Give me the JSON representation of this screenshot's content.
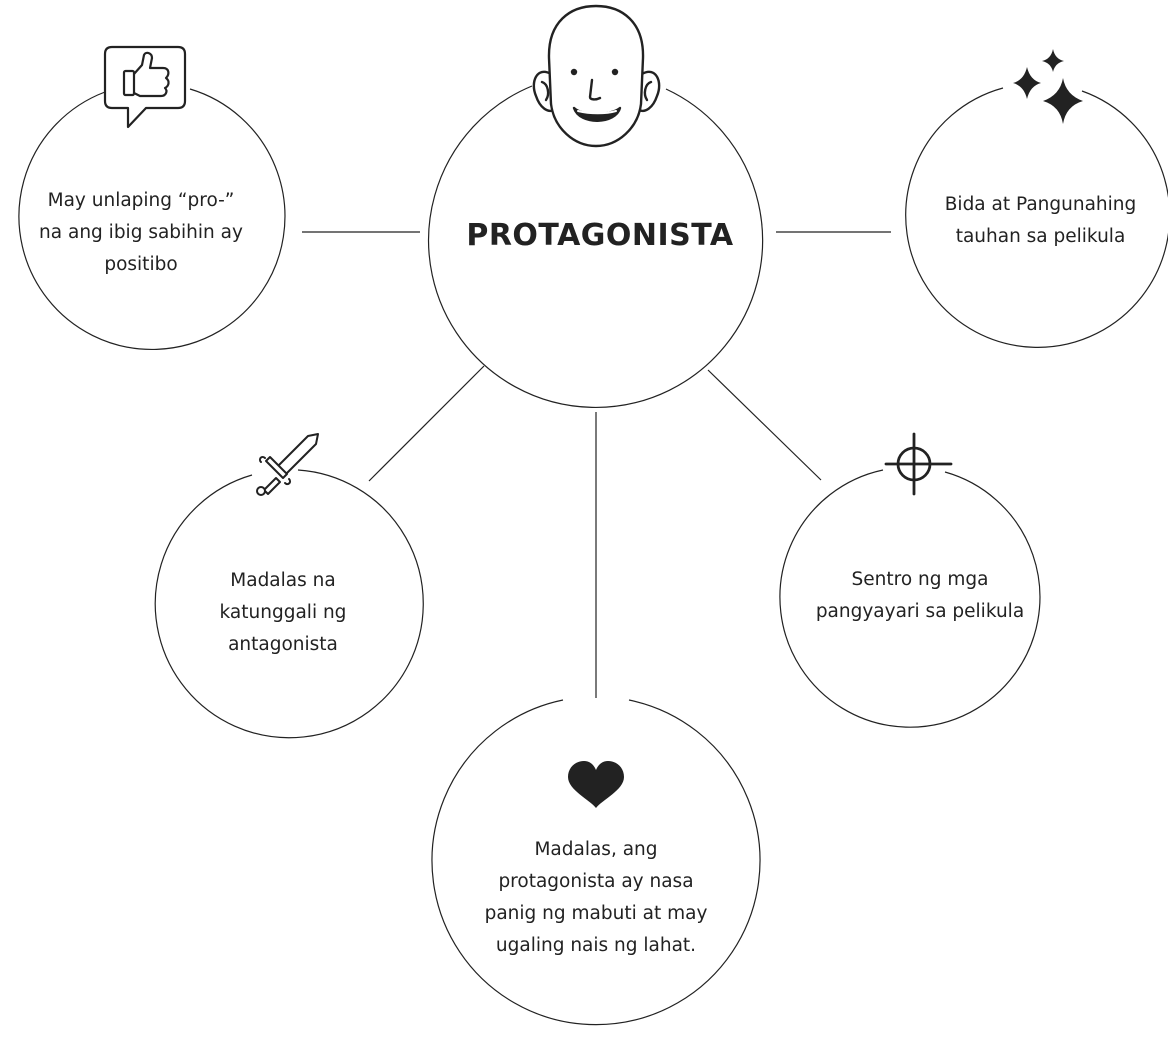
{
  "center": {
    "title": "PROTAGONISTA",
    "icon": "smiling-face-icon"
  },
  "nodes": {
    "prefix": {
      "icon": "thumbs-up-speech-bubble-icon",
      "lines": [
        "May unlaping “pro-”",
        "na ang ibig sabihin ay",
        "positibo"
      ]
    },
    "lead": {
      "icon": "sparkles-icon",
      "lines": [
        "Bida at Pangunahing",
        "tauhan sa pelikula"
      ]
    },
    "rival": {
      "icon": "sword-icon",
      "lines": [
        "Madalas na",
        "katunggali ng",
        "antagonista"
      ]
    },
    "center_of_events": {
      "icon": "crosshair-icon",
      "lines": [
        "Sentro ng mga",
        "pangyayari sa pelikula"
      ]
    },
    "goodness": {
      "icon": "heart-icon",
      "lines": [
        "Madalas, ang",
        "protagonista ay nasa",
        "panig ng mabuti at may",
        "ugaling nais ng lahat."
      ]
    }
  },
  "colors": {
    "line": "#222222",
    "text": "#222222",
    "background": "#ffffff"
  }
}
